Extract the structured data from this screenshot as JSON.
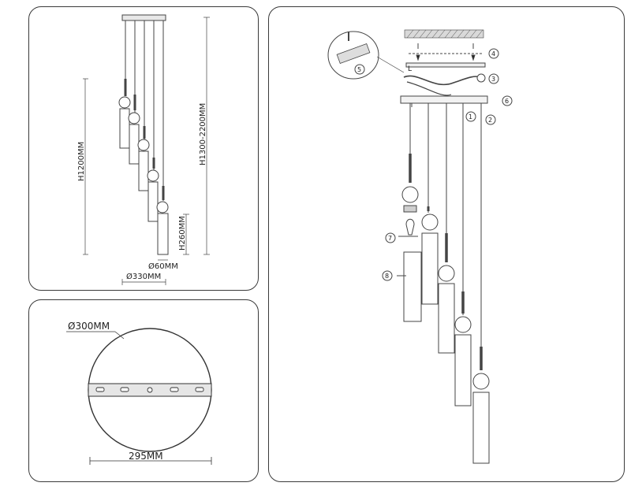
{
  "dimensions_panel": {
    "height_1200": "H1200MM",
    "height_range": "H1300-2200MM",
    "shade_height": "H260MM",
    "shade_diameter": "Ø60MM",
    "canopy_diameter": "Ø330MM"
  },
  "mount_panel": {
    "plate_diameter": "Ø300MM",
    "hole_spacing": "295MM"
  },
  "assembly_panel": {
    "wire_label": "L",
    "steps": [
      "1",
      "2",
      "3",
      "4",
      "5",
      "6",
      "7",
      "8"
    ]
  }
}
